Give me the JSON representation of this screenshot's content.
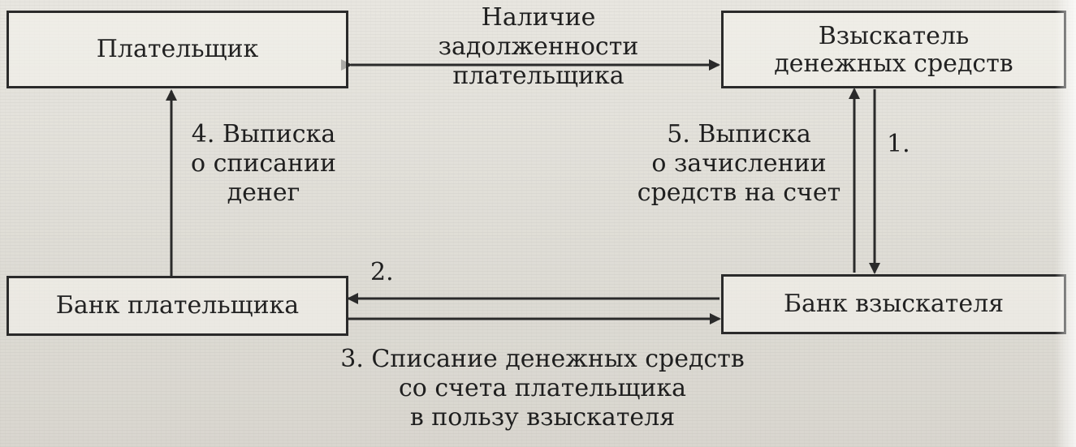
{
  "diagram": {
    "nodes": {
      "payer": "Плательщик",
      "collector": "Взыскатель\nденежных средств",
      "payer_bank": "Банк плательщика",
      "collector_bank": "Банк взыскателя"
    },
    "labels": {
      "top_relation": "Наличие задолженности\nплательщика",
      "step1": "1.",
      "step2": "2.",
      "step3": "3. Списание денежных средств\nсо счета плательщика\nв пользу взыскателя",
      "step4": "4. Выписка\nо списании\nденег",
      "step5": "5. Выписка\nо зачислении\nсредств на счет"
    },
    "colors": {
      "background": "#e4e2dc",
      "ink": "#2a2a2a",
      "text": "#1f1f1f"
    }
  }
}
